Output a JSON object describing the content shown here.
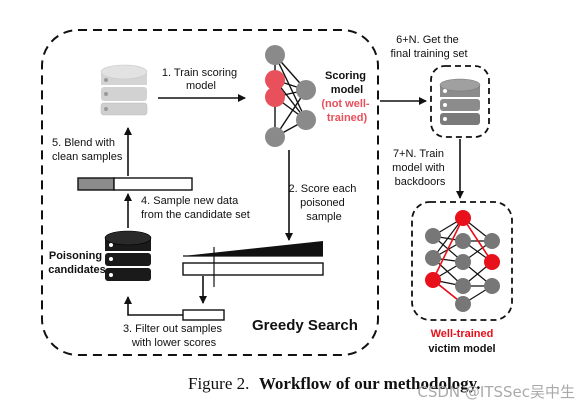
{
  "colors": {
    "highlight_red": "#e8505b",
    "bright_red": "#e8101a",
    "node_grey": "#8a8a8a",
    "db_light": "#cfcfcf",
    "db_mid": "#8c8c8c",
    "db_dark": "#1a1a1a",
    "watermark": "#aaaaaa"
  },
  "icons": {
    "database": "database-icon",
    "network": "neural-network-icon"
  },
  "labels": {
    "step1": [
      "1. Train scoring",
      "model"
    ],
    "scoring_model": [
      "Scoring",
      "model"
    ],
    "not_well_trained": [
      "(not well-",
      "trained)"
    ],
    "step2": [
      "2. Score each",
      "poisoned",
      "sample"
    ],
    "step3": [
      "3. Filter out samples",
      "with lower scores"
    ],
    "step4": [
      "4. Sample new data",
      "from the candidate set"
    ],
    "step5": [
      "5. Blend with",
      "clean samples"
    ],
    "poisoning_candidates": [
      "Poisoning",
      "candidates"
    ],
    "greedy_search": "Greedy Search",
    "step6": [
      "6+N. Get the",
      "final training set"
    ],
    "step7": [
      "7+N. Train",
      "model with",
      "backdoors"
    ],
    "well_trained": "Well-trained",
    "victim_model": "victim model"
  },
  "caption": {
    "prefix": "Figure 2.",
    "title": "Workflow of our methodology."
  },
  "watermark": "CSDN @ITSSec吴中生"
}
